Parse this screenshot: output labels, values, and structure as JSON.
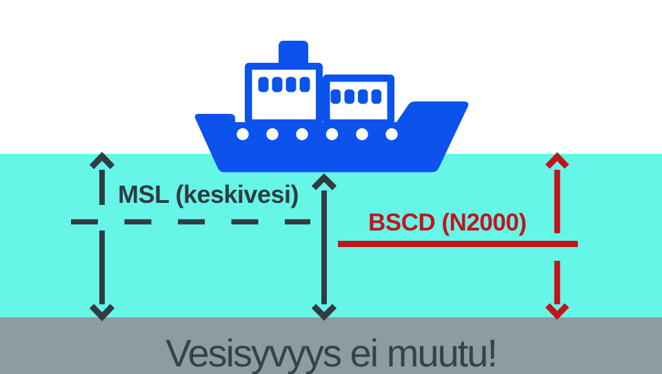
{
  "diagram": {
    "labels": {
      "msl": "MSL (keskivesi)",
      "bscd": "BSCD (N2000)",
      "caption": "Vesisyvyys ei muutu!"
    },
    "icons": {
      "ship": "ship-icon",
      "msl_arrow": "double-headed-vertical-arrow",
      "depth_arrow": "double-headed-vertical-arrow",
      "bscd_arrow": "double-headed-vertical-arrow"
    },
    "lines": {
      "msl_line_style": "dashed",
      "bscd_line_style": "solid"
    },
    "colors": {
      "sky": "#ffffff",
      "water": "#66f6e8",
      "ship_blue": "#0c52ec",
      "dark": "#313b42",
      "red": "#c2151b",
      "seabed_gray": "#8c9ca2",
      "caption_text": "#36424a"
    }
  }
}
